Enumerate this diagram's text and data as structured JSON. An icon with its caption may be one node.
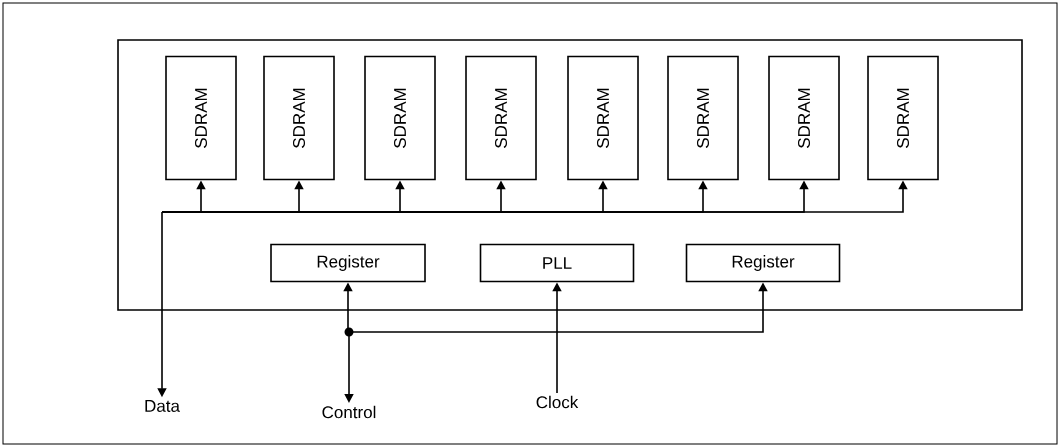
{
  "diagram": {
    "nodes": [
      {
        "text": [],
        "shape": "box"
      },
      {
        "text": [
          "SDRAM"
        ],
        "in": 0
      },
      {
        "text": [
          "SDRAM"
        ],
        "in": 0
      },
      {
        "text": [
          "SDRAM"
        ],
        "in": 0
      },
      {
        "text": [
          "SDRAM"
        ],
        "in": 0
      },
      {
        "text": [
          "SDRAM"
        ],
        "in": 0
      },
      {
        "text": [
          "SDRAM"
        ],
        "in": 0
      },
      {
        "text": [
          "SDRAM"
        ],
        "in": 0
      },
      {
        "text": [
          "SDRAM"
        ],
        "in": 0
      },
      {
        "text": [
          "Register"
        ],
        "in": 0
      },
      {
        "text": [
          "PLL"
        ],
        "in": 0
      },
      {
        "text": [
          "Register"
        ],
        "in": 0
      },
      {
        "text": [
          "Data"
        ]
      },
      {
        "text": [
          "Control"
        ]
      },
      {
        "text": [
          "Clock"
        ]
      }
    ],
    "edges": [
      {
        "from": 12,
        "to": 1,
        "arrow": "both"
      },
      {
        "from": 12,
        "to": 2,
        "arrow": "both"
      },
      {
        "from": 12,
        "to": 3,
        "arrow": "both"
      },
      {
        "from": 12,
        "to": 4,
        "arrow": "both"
      },
      {
        "from": 12,
        "to": 5,
        "arrow": "both"
      },
      {
        "from": 12,
        "to": 6,
        "arrow": "both"
      },
      {
        "from": 12,
        "to": 7,
        "arrow": "both"
      },
      {
        "from": 12,
        "to": 8,
        "arrow": "both"
      },
      {
        "from": 13,
        "to": 9,
        "arrow": "both"
      },
      {
        "from": 13,
        "to": 11,
        "arrow": "both"
      },
      {
        "from": 14,
        "to": 10,
        "arrow": "to"
      }
    ]
  }
}
